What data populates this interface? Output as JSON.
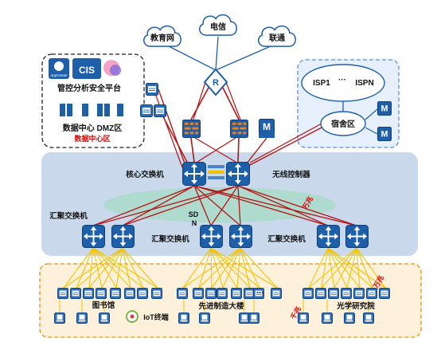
{
  "clouds": {
    "edu": "教育网",
    "telecom": "电信",
    "unicom": "联通"
  },
  "router_letter": "R",
  "dmz": {
    "platform_title": "管控分析安全平台",
    "logo_1": "AppCenter",
    "logo_2": "CIS",
    "dc_label": "数据中心 DMZ区",
    "dc_red_label": "数据中心区"
  },
  "dorm": {
    "isp1": "ISP1",
    "ellipsis": "···",
    "ispn": "ISPN",
    "zone": "宿舍区",
    "m_letter": "M"
  },
  "core": {
    "core_switch": "核心交换机",
    "wireless_ctrl": "无线控制器",
    "wanzhao": "万兆",
    "sdn_1": "SD",
    "sdn_2": "N",
    "m_letter": "M"
  },
  "aggregation": {
    "label_1": "汇聚交换机",
    "label_2": "汇聚交换机",
    "label_3": "汇聚交换机"
  },
  "access": {
    "library": "图书馆",
    "iot": "IoT终端",
    "manufacturing": "先进制造大楼",
    "gigabit": "千兆",
    "optics": "光学研究院",
    "wanzhao": "万兆",
    "ellipsis": "···"
  },
  "colors": {
    "red_link": "#b51414",
    "yellow_link": "#f5c400",
    "switch_blue": "#1d5fa8",
    "core_panel": "#c9d8ea",
    "access_panel": "#fdf1dc",
    "access_border": "#e7a336",
    "sdn_ellipse": "#a9dcc8",
    "dorm_border": "#5a8fd6"
  }
}
